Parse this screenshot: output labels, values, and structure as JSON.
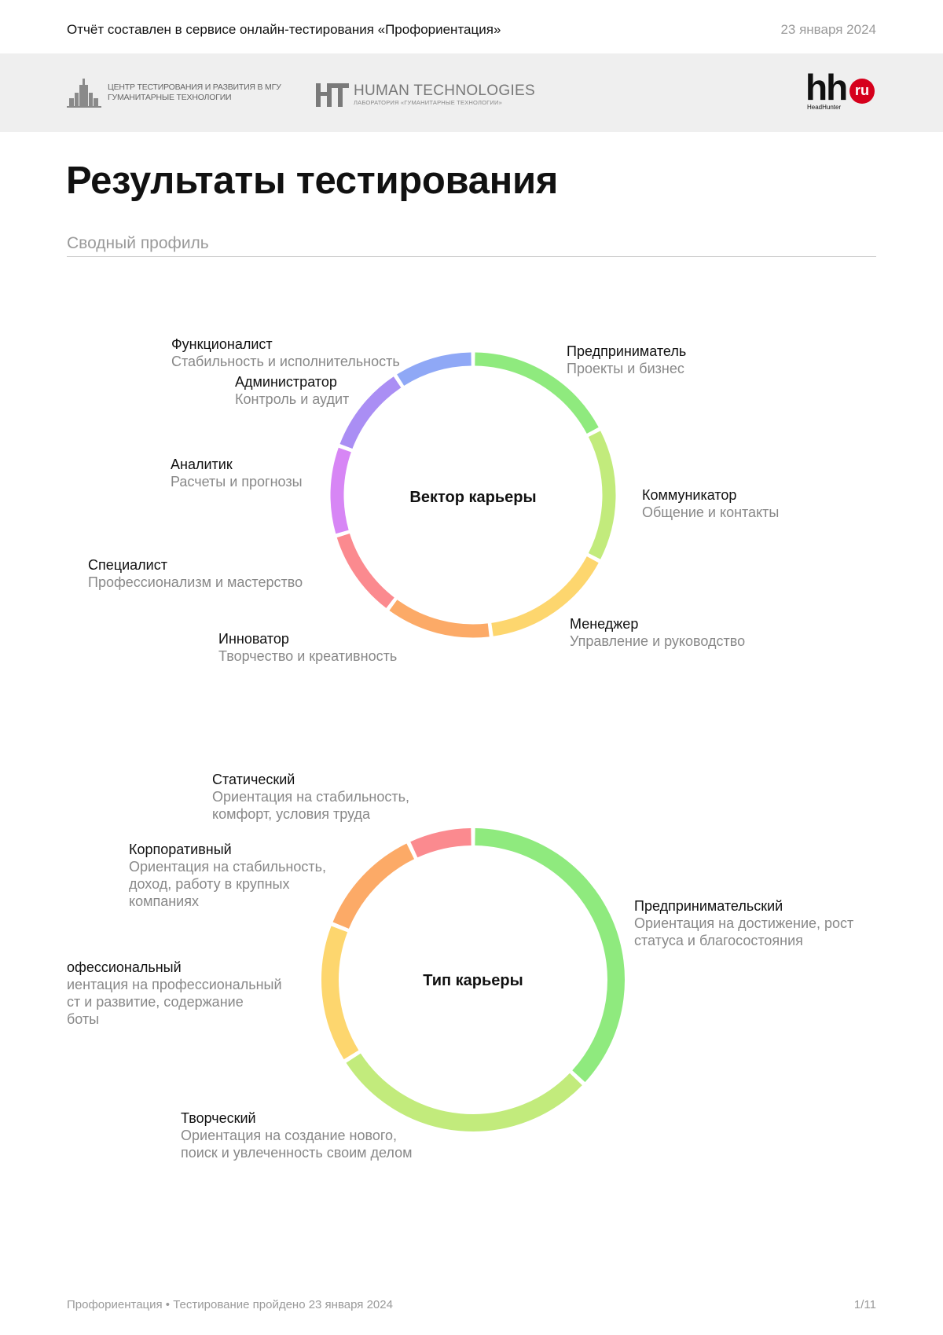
{
  "header": {
    "report_note": "Отчёт составлен в сервисе онлайн-тестирования «Профориентация»",
    "date": "23 января 2024"
  },
  "logos": {
    "msu_line1": "ЦЕНТР ТЕСТИРОВАНИЯ И РАЗВИТИЯ В МГУ",
    "msu_line2": "ГУМАНИТАРНЫЕ ТЕХНОЛОГИИ",
    "ht_main": "HUMAN TECHNOLOGIES",
    "ht_sub": "ЛАБОРАТОРИЯ «ГУМАНИТАРНЫЕ ТЕХНОЛОГИИ»",
    "hh_text": "hh",
    "hh_ru": "ru",
    "hh_sub": "HeadHunter"
  },
  "page_title": "Результаты тестирования",
  "section_title": "Сводный профиль",
  "chart_data": [
    {
      "type": "pie",
      "title": "Вектор карьеры",
      "segments": [
        {
          "name": "Предприниматель",
          "desc": "Проекты и бизнес",
          "value": 17.0,
          "color": "#8fea7e"
        },
        {
          "name": "Коммуникатор",
          "desc": "Общение и контакты",
          "value": 15.0,
          "color": "#c2eb7c"
        },
        {
          "name": "Менеджер",
          "desc": "Управление и руководство",
          "value": 15.0,
          "color": "#fdd66e"
        },
        {
          "name": "Инноватор",
          "desc": "Творчество и креативность",
          "value": 12.0,
          "color": "#fcaa67"
        },
        {
          "name": "Специалист",
          "desc": "Профессионализм и мастерство",
          "value": 10.0,
          "color": "#fb8a8f"
        },
        {
          "name": "Аналитик",
          "desc": "Расчеты и прогнозы",
          "value": 10.0,
          "color": "#d786f5"
        },
        {
          "name": "Администратор",
          "desc": "Контроль и аудит",
          "value": 10.0,
          "color": "#aa8ef4"
        },
        {
          "name": "Функционалист",
          "desc": "Стабильность и исполнительность",
          "value": 9.0,
          "color": "#8fa8f6"
        }
      ]
    },
    {
      "type": "pie",
      "title": "Тип карьеры",
      "segments": [
        {
          "name": "Предпринимательский",
          "desc": [
            "Ориентация на достижение, рост",
            "статуса и благосостояния"
          ],
          "value": 37.0,
          "color": "#8fea7e"
        },
        {
          "name": "Творческий",
          "desc": [
            "Ориентация на создание нового,",
            "поиск и увлеченность своим делом"
          ],
          "value": 29.0,
          "color": "#c2eb7c"
        },
        {
          "name": "офессиональный",
          "desc": [
            "иентация на профессиональный",
            "ст и развитие, содержание",
            "боты"
          ],
          "value": 15.0,
          "color": "#fdd66e"
        },
        {
          "name": "Корпоративный",
          "desc": [
            "Ориентация на стабильность,",
            "доход, работу в крупных",
            "компаниях"
          ],
          "value": 12.0,
          "color": "#fcaa67"
        },
        {
          "name": "Статический",
          "desc": [
            "Ориентация на стабильность,",
            "комфорт, условия труда"
          ],
          "value": 7.0,
          "color": "#fb8a8f"
        }
      ]
    }
  ],
  "footer": {
    "left": "Профориентация • Тестирование пройдено 23 января 2024",
    "page": "1/11"
  }
}
